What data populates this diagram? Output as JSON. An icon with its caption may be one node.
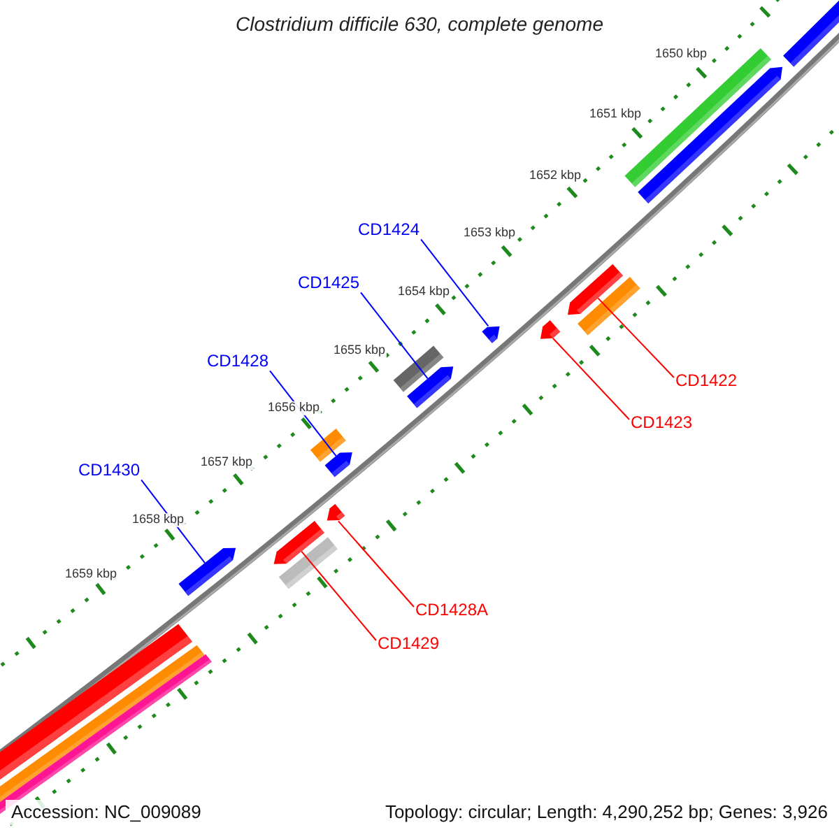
{
  "diagram": {
    "title": "Clostridium difficile 630, complete genome",
    "nodes": [
      {
        "text": [
          "CD1424"
        ]
      },
      {
        "text": [
          "CD1425"
        ]
      },
      {
        "text": [
          "CD1428"
        ]
      },
      {
        "text": [
          "CD1422"
        ]
      },
      {
        "text": [
          "CD1423"
        ]
      },
      {
        "text": [
          "CD1430"
        ]
      },
      {
        "text": [
          "CD1428A"
        ]
      },
      {
        "text": [
          "CD1429"
        ]
      },
      {
        "text": [],
        "shape": "arrow"
      },
      {
        "text": [],
        "shape": "arrow"
      },
      {
        "text": [],
        "shape": "arrow"
      },
      {
        "text": [],
        "shape": "arrow"
      },
      {
        "text": [],
        "shape": "arrow"
      },
      {
        "text": [],
        "shape": "arrow"
      },
      {
        "text": [],
        "shape": "arrow"
      },
      {
        "text": [],
        "shape": "arrow"
      }
    ],
    "edges": [
      {
        "from": 0,
        "to": 9,
        "arrow": "none",
        "color": "#0000ff"
      },
      {
        "from": 1,
        "to": 11,
        "arrow": "none",
        "color": "#0000ff"
      },
      {
        "from": 2,
        "to": 12,
        "arrow": "none",
        "color": "#0000ff"
      },
      {
        "from": 3,
        "to": 8,
        "arrow": "none",
        "color": "#ff0000"
      },
      {
        "from": 4,
        "to": 10,
        "arrow": "none",
        "color": "#ff0000"
      },
      {
        "from": 5,
        "to": 15,
        "arrow": "none",
        "color": "#0000ff"
      },
      {
        "from": 6,
        "to": 13,
        "arrow": "none",
        "color": "#ff0000"
      },
      {
        "from": 7,
        "to": 14,
        "arrow": "none",
        "color": "#ff0000"
      }
    ],
    "labels": [
      "1650 kbp",
      "1651 kbp",
      "1652 kbp",
      "1653 kbp",
      "1654 kbp",
      "1655 kbp",
      "1656 kbp",
      "1657 kbp",
      "1658 kbp",
      "1659 kbp",
      "Accession: NC_009089",
      "Topology: circular; Length: 4,290,252 bp; Genes: 3,926"
    ]
  }
}
